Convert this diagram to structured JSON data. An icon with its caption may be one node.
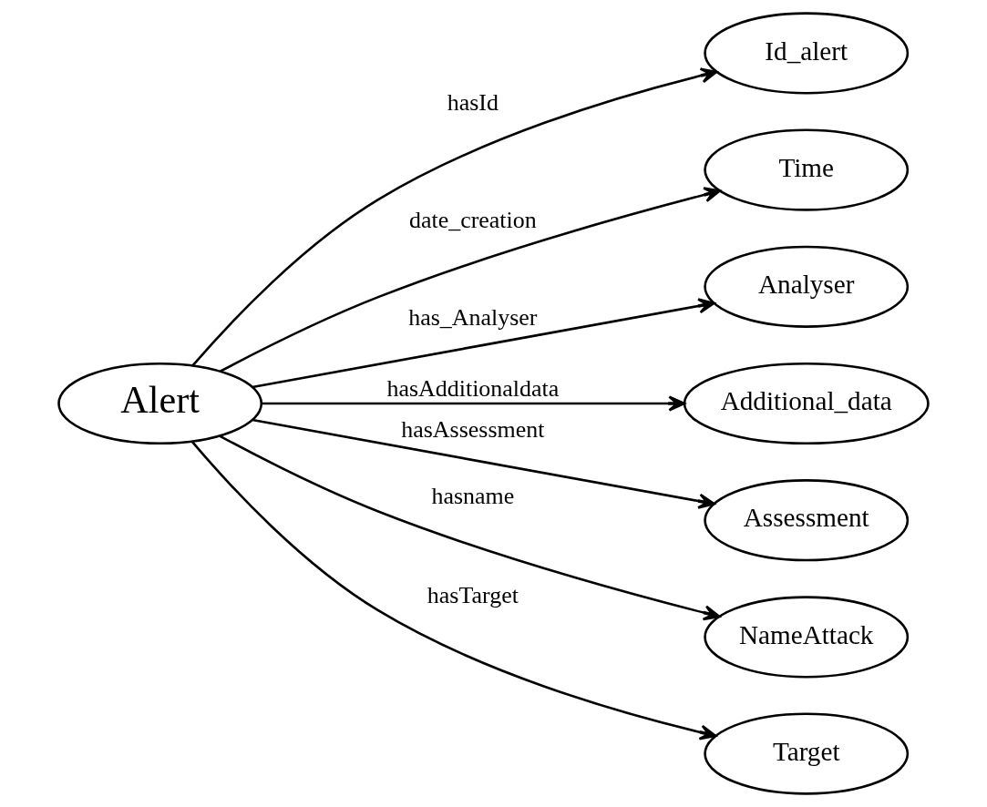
{
  "diagram": {
    "nodes": [
      {
        "text": [
          "Alert"
        ]
      },
      {
        "text": [
          "Id_alert"
        ]
      },
      {
        "text": [
          "Time"
        ]
      },
      {
        "text": [
          "Analyser"
        ]
      },
      {
        "text": [
          "Additional_data"
        ]
      },
      {
        "text": [
          "Assessment"
        ]
      },
      {
        "text": [
          "NameAttack"
        ]
      },
      {
        "text": [
          "Target"
        ]
      }
    ],
    "edges": [
      {
        "from": 0,
        "to": 1,
        "arrow": "to",
        "label": "hasId"
      },
      {
        "from": 0,
        "to": 2,
        "arrow": "to",
        "label": "date_creation"
      },
      {
        "from": 0,
        "to": 3,
        "arrow": "to",
        "label": "has_Analyser"
      },
      {
        "from": 0,
        "to": 4,
        "arrow": "to",
        "label": "hasAdditionaldata"
      },
      {
        "from": 0,
        "to": 5,
        "arrow": "to",
        "label": "hasAssessment"
      },
      {
        "from": 0,
        "to": 6,
        "arrow": "to",
        "label": "hasname"
      },
      {
        "from": 0,
        "to": 7,
        "arrow": "to",
        "label": "hasTarget"
      }
    ]
  }
}
